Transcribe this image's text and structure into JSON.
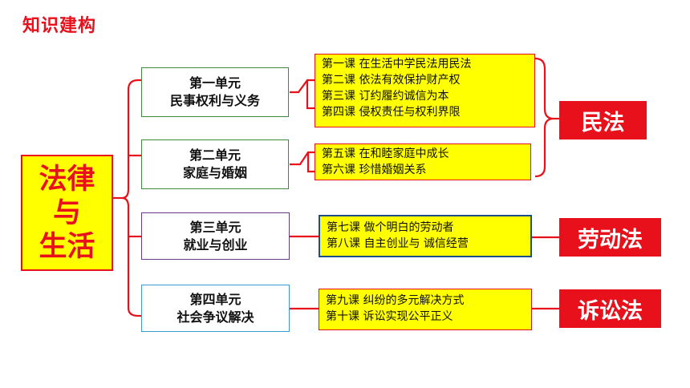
{
  "page_title": "知识建构",
  "center": {
    "line1": "法律",
    "line2": "与",
    "line3": "生活"
  },
  "units": [
    {
      "name": "第一单元",
      "title": "民事权利与义务"
    },
    {
      "name": "第二单元",
      "title": "家庭与婚姻"
    },
    {
      "name": "第三单元",
      "title": "就业与创业"
    },
    {
      "name": "第四单元",
      "title": "社会争议解决"
    }
  ],
  "lessons": [
    [
      "第一课  在生活中学民法用民法",
      "第二课  依法有效保护财产权",
      "第三课  订约履约诚信为本",
      "第四课  侵权责任与权利界限"
    ],
    [
      "第五课  在和睦家庭中成长",
      "第六课  珍惜婚姻关系"
    ],
    [
      "第七课  做个明白的劳动者",
      "第八课  自主创业与  诚信经营"
    ],
    [
      "第九课  纠纷的多元解决方式",
      "第十课  诉讼实现公平正义"
    ]
  ],
  "laws": [
    "民法",
    "劳动法",
    "诉讼法"
  ],
  "colors": {
    "accent_red": "#e8101a",
    "highlight_yellow": "#ffff00"
  }
}
